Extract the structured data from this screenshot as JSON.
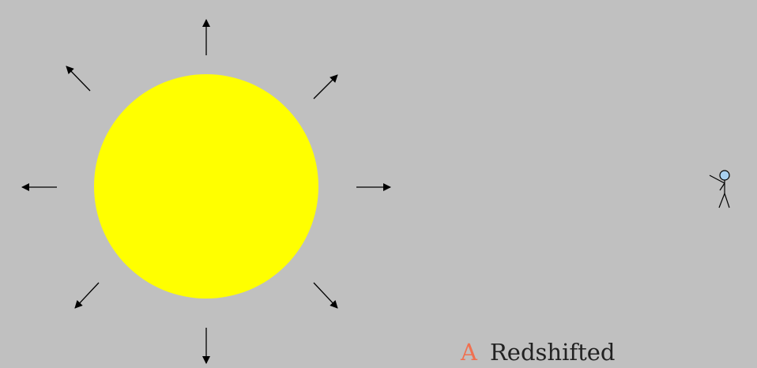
{
  "colors": {
    "background": "#c0c0c0",
    "sun": "#ffff00",
    "arrow": "#000000",
    "answer_letter": "#f07050",
    "observer_helmet": "#a8d0f0"
  },
  "sun": {
    "icon": "sun-disc"
  },
  "rays": {
    "count": 8,
    "icon": "arrow-icon"
  },
  "observer": {
    "icon": "stick-figure-observer-icon"
  },
  "answer": {
    "letter": "A",
    "text": "Redshifted"
  }
}
